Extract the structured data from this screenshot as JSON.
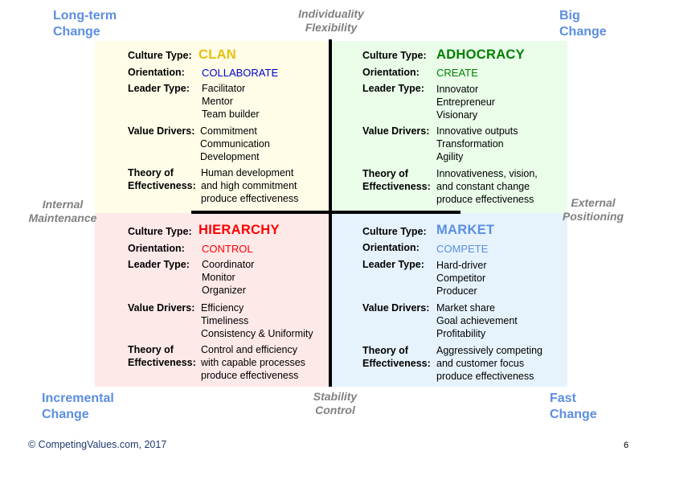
{
  "colors": {
    "clan_bg": "#fffde8",
    "adhocracy_bg": "#e9fde9",
    "hierarchy_bg": "#fee9e9",
    "market_bg": "#e6f3fd",
    "clan_accent": "#e8c010",
    "adhocracy_accent": "#008000",
    "hierarchy_accent": "#ff0000",
    "market_accent": "#5b8ee0",
    "collaborate_color": "#0000cc",
    "corner_text": "#5b8ee0",
    "axis_text": "#808080"
  },
  "corners": {
    "top_left": "Long-term\nChange",
    "top_right": "Big\nChange",
    "bottom_left": "Incremental\nChange",
    "bottom_right": "Fast\nChange"
  },
  "axes": {
    "top": "Individuality\nFlexibility",
    "bottom": "Stability\nControl",
    "left": "Internal\nMaintenance",
    "right": "External\nPositioning"
  },
  "labels": {
    "culture_type": "Culture Type:",
    "orientation": "Orientation:",
    "leader_type": "Leader Type:",
    "value_drivers": "Value Drivers:",
    "theory": "Theory of\nEffectiveness:"
  },
  "quadrants": {
    "clan": {
      "culture_type": "CLAN",
      "orientation": "COLLABORATE",
      "leader_type": "Facilitator\nMentor\nTeam builder",
      "value_drivers": "Commitment\nCommunication\nDevelopment",
      "theory": "Human development\nand high commitment\nproduce effectiveness"
    },
    "adhocracy": {
      "culture_type": "ADHOCRACY",
      "orientation": "CREATE",
      "leader_type": "Innovator\nEntrepreneur\nVisionary",
      "value_drivers": "Innovative outputs\nTransformation\nAgility",
      "theory": "Innovativeness, vision,\nand constant change\nproduce effectiveness"
    },
    "hierarchy": {
      "culture_type": "HIERARCHY",
      "orientation": "CONTROL",
      "leader_type": "Coordinator\nMonitor\nOrganizer",
      "value_drivers": "Efficiency\nTimeliness\nConsistency & Uniformity",
      "theory": "Control and efficiency\nwith capable processes\nproduce effectiveness"
    },
    "market": {
      "culture_type": "MARKET",
      "orientation": "COMPETE",
      "leader_type": "Hard-driver\nCompetitor\nProducer",
      "value_drivers": "Market share\nGoal achievement\nProfitability",
      "theory": "Aggressively competing\nand customer focus\nproduce effectiveness"
    }
  },
  "footer": {
    "copyright": "© CompetingValues.com, 2017",
    "page_number": "6"
  }
}
